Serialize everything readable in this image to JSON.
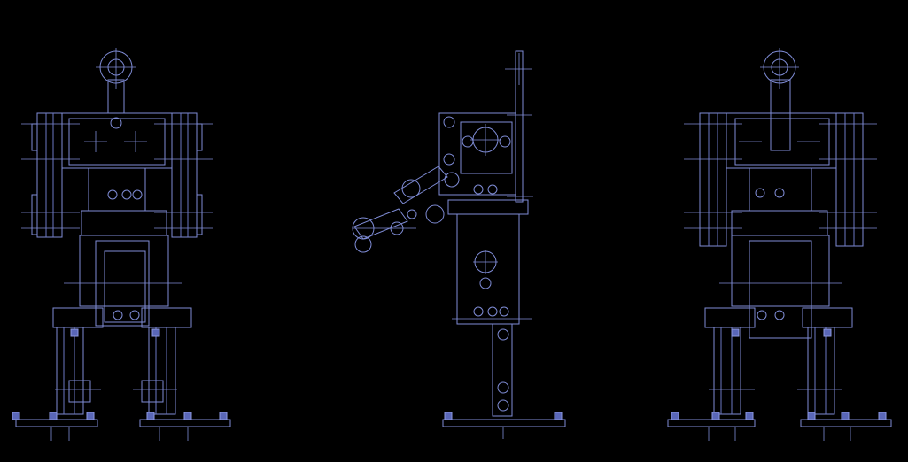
{
  "drawing": {
    "background": "#000000",
    "line_color": "#7f8cd6",
    "views": [
      {
        "id": "front-view"
      },
      {
        "id": "side-view"
      },
      {
        "id": "back-view"
      }
    ]
  }
}
